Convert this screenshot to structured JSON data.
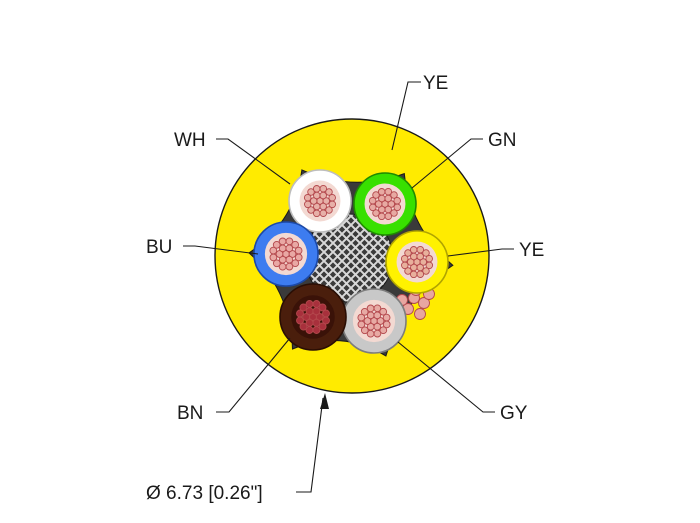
{
  "colors": {
    "jacket": "#ffeb00",
    "jacket_edge": "#1a1a1a",
    "filler": "#3a3a3a",
    "shield_light": "#d8d8d8",
    "copper": "#e8a6a0",
    "copper_dark": "#b3474c"
  },
  "conductors": [
    {
      "id": "wh",
      "label": "WH",
      "insulation": "#ffffff",
      "ring": "#bdbdbd",
      "copper": "#e7b0a8"
    },
    {
      "id": "gn",
      "label": "GN",
      "insulation": "#38e000",
      "ring": "#1f8a00",
      "copper": "#e7a9a2"
    },
    {
      "id": "ye",
      "label": "YE",
      "insulation": "#fff200",
      "ring": "#b0a400",
      "copper": "#e8b09c"
    },
    {
      "id": "gy",
      "label": "GY",
      "insulation": "#c8c8c8",
      "ring": "#7d7d7d",
      "copper": "#e7aaa4"
    },
    {
      "id": "bn",
      "label": "BN",
      "insulation": "#4a1e0c",
      "ring": "#2a0e04",
      "copper": "#a8303c"
    },
    {
      "id": "bu",
      "label": "BU",
      "insulation": "#3d7cf0",
      "ring": "#1b49a8",
      "copper": "#e9a8a4"
    }
  ],
  "labels": {
    "jacket": "YE",
    "diameter": "Ø 6.73 [0.26\"]"
  }
}
